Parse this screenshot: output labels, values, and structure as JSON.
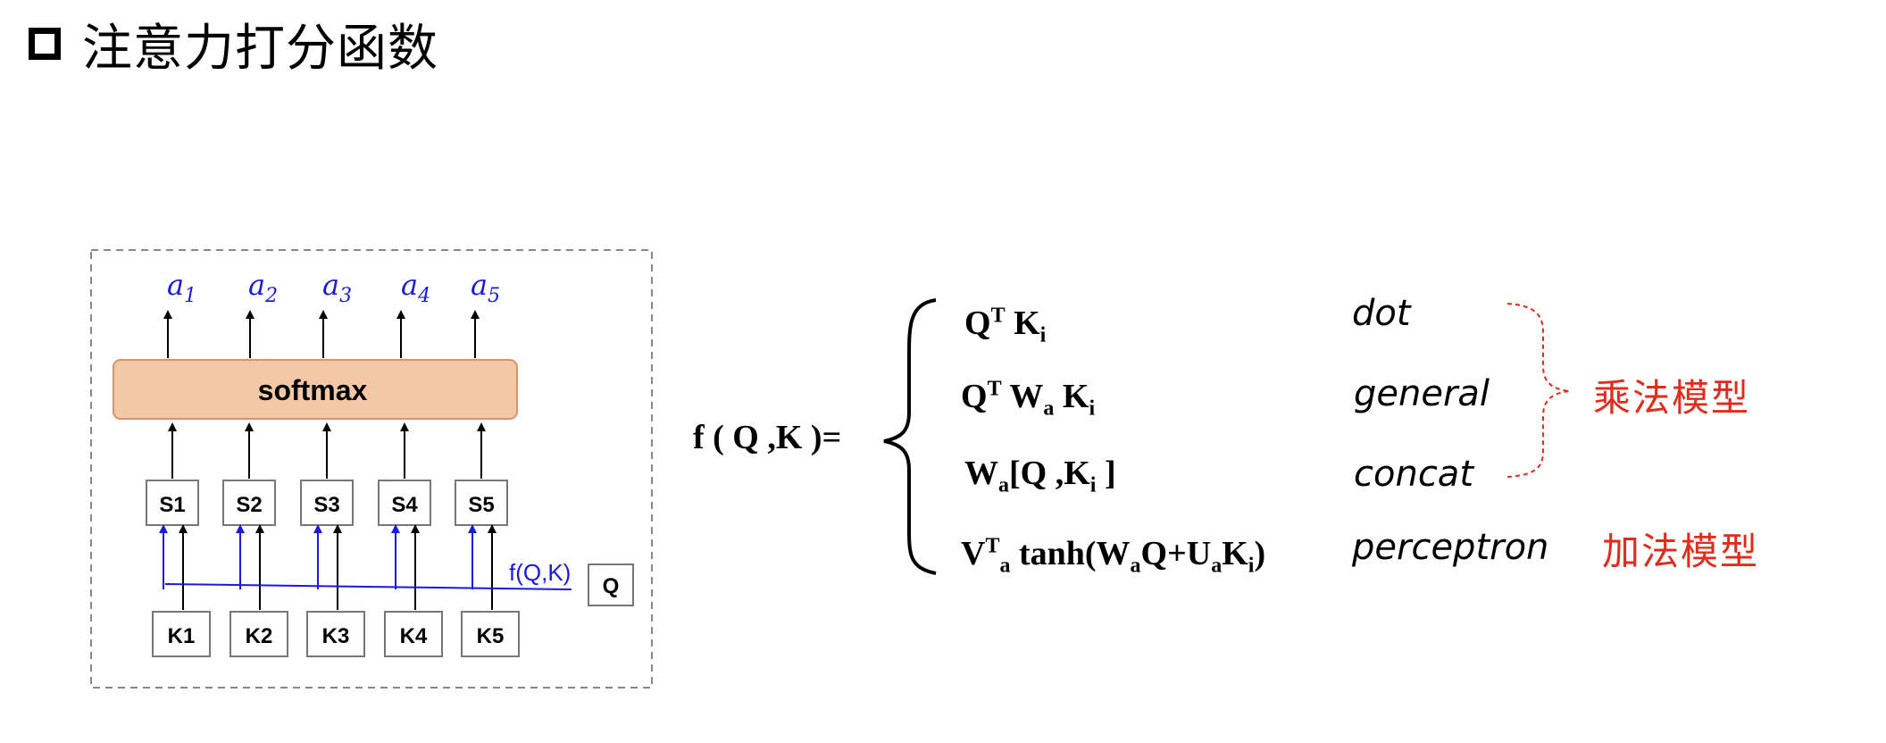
{
  "title": "注意力打分函数",
  "diagram": {
    "outputs": [
      "a",
      "a",
      "a",
      "a",
      "a"
    ],
    "output_subscripts": [
      "1",
      "2",
      "3",
      "4",
      "5"
    ],
    "softmax_label": "softmax",
    "scores": [
      "S1",
      "S2",
      "S3",
      "S4",
      "S5"
    ],
    "keys": [
      "K1",
      "K2",
      "K3",
      "K4",
      "K5"
    ],
    "query": "Q",
    "f_label": "f(Q,K)"
  },
  "formula": {
    "lhs": "f ( Q ,K )=",
    "rows": [
      {
        "mode": "dot"
      },
      {
        "mode": "general"
      },
      {
        "mode": "concat"
      },
      {
        "mode": "perceptron"
      }
    ],
    "multiplicative_label": "乘法模型",
    "additive_label": "加法模型"
  },
  "colors": {
    "softmax_fill": "#f4c7a6",
    "softmax_border": "#d9956a",
    "blue": "#1a1adb",
    "red": "#e32b1c"
  }
}
